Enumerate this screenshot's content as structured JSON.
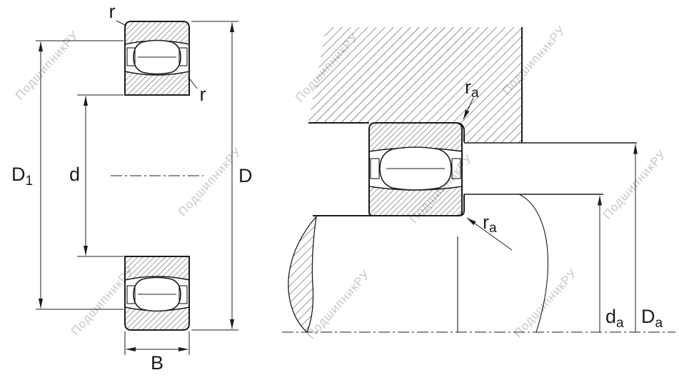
{
  "watermark": {
    "text": "ПодшипникРУ",
    "color": "#c9c9c9"
  },
  "colors": {
    "line": "#1c1c1c",
    "background": "#ffffff"
  },
  "left_view": {
    "labels": {
      "r_outer": "r",
      "r_inner": "r",
      "D1": {
        "base": "D",
        "sub": "1"
      },
      "d": "d",
      "D": "D",
      "B": "B"
    }
  },
  "right_view": {
    "labels": {
      "ra_housing": {
        "base": "r",
        "sub": "a"
      },
      "ra_shaft": {
        "base": "r",
        "sub": "a"
      },
      "da": {
        "base": "d",
        "sub": "a"
      },
      "Da": {
        "base": "D",
        "sub": "a"
      }
    }
  }
}
